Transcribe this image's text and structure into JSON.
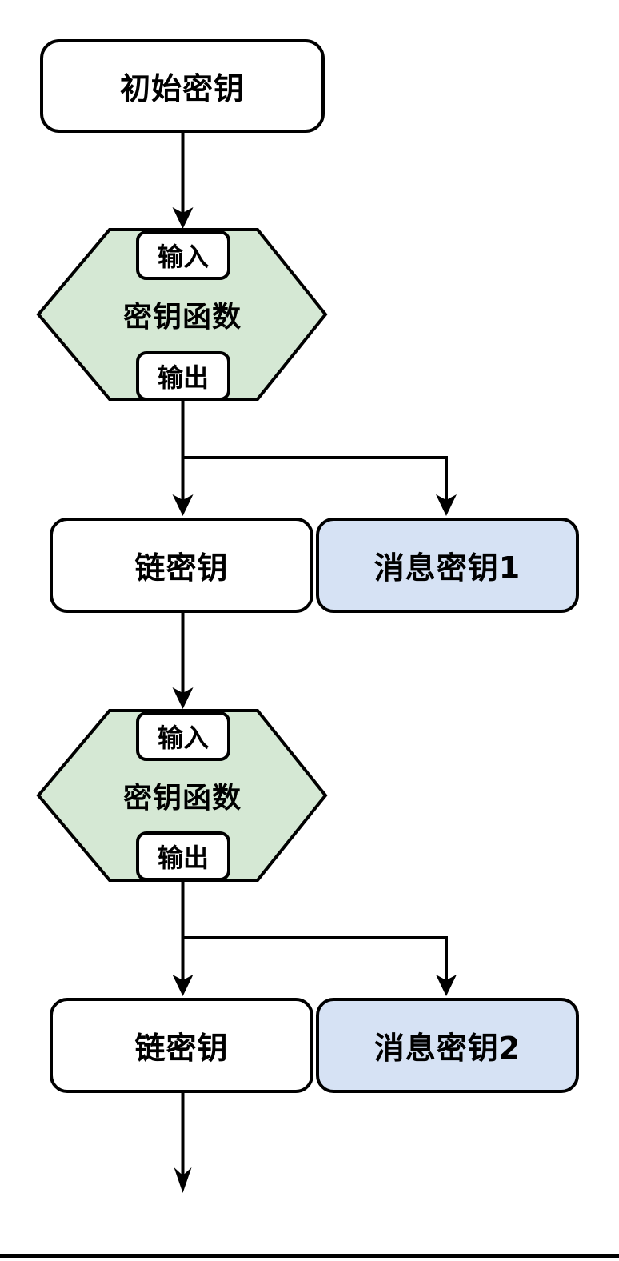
{
  "colors": {
    "kdf_fill": "#d5e8d4",
    "message_key_fill": "#d6e2f4",
    "node_fill": "#ffffff",
    "stroke": "#000000"
  },
  "nodes": {
    "initial_key": {
      "label": "初始密钥"
    },
    "kdf_1": {
      "input": "输入",
      "label": "密钥函数",
      "output": "输出"
    },
    "chain_key_1": {
      "label": "链密钥"
    },
    "message_key_1": {
      "label": "消息密钥1"
    },
    "kdf_2": {
      "input": "输入",
      "label": "密钥函数",
      "output": "输出"
    },
    "chain_key_2": {
      "label": "链密钥"
    },
    "message_key_2": {
      "label": "消息密钥2"
    }
  }
}
